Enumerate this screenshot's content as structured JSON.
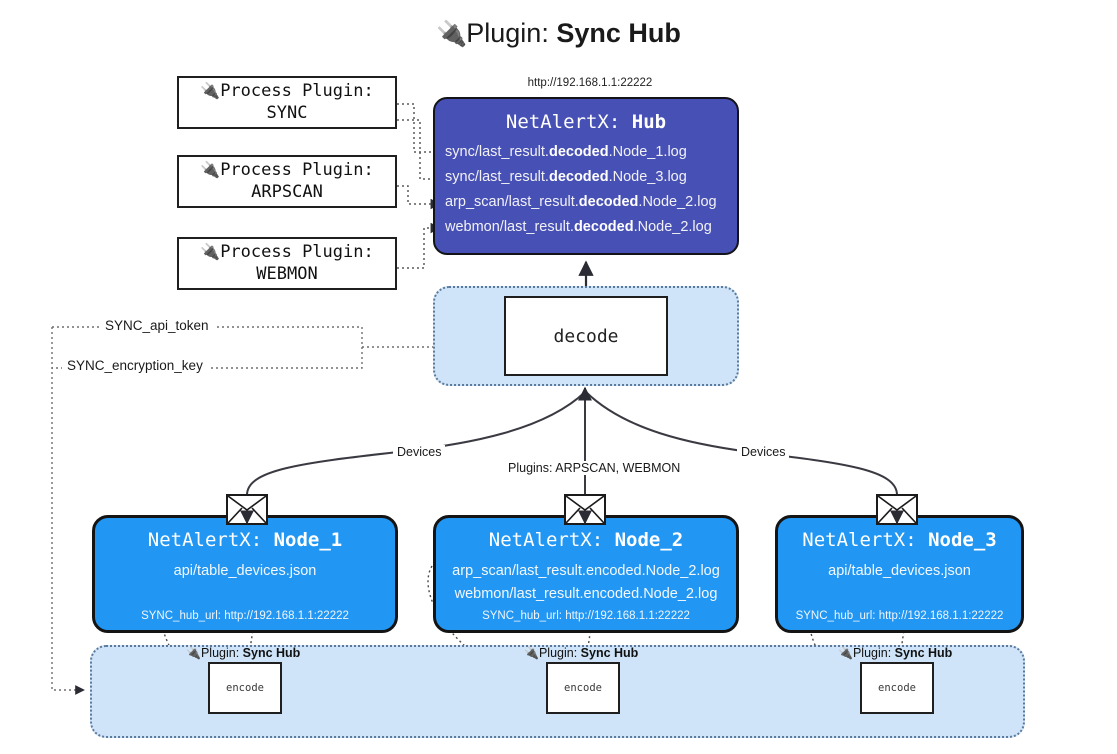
{
  "title": {
    "icon": "plug-icon",
    "prefix": "Plugin: ",
    "name": "Sync Hub"
  },
  "hub": {
    "url": "http://192.168.1.1:22222",
    "title_prefix": "NetAlertX: ",
    "title_name": "Hub",
    "logs": [
      {
        "pre": "sync/last_result.",
        "em": "decoded",
        "post": ".Node_1.log"
      },
      {
        "pre": "sync/last_result.",
        "em": "decoded",
        "post": ".Node_3.log"
      },
      {
        "pre": "arp_scan/last_result.",
        "em": "decoded",
        "post": ".Node_2.log"
      },
      {
        "pre": "webmon/last_result.",
        "em": "decoded",
        "post": ".Node_2.log"
      }
    ]
  },
  "process_plugins": [
    {
      "line1": "Process Plugin:",
      "line2": "SYNC"
    },
    {
      "line1": "Process Plugin:",
      "line2": "ARPSCAN"
    },
    {
      "line1": "Process Plugin:",
      "line2": "WEBMON"
    }
  ],
  "decode": {
    "label": "decode"
  },
  "secrets": [
    {
      "label": "SYNC_api_token"
    },
    {
      "label": "SYNC_encryption_key"
    }
  ],
  "edge_labels": {
    "devices_left": "Devices",
    "devices_right": "Devices",
    "plugins_center": "Plugins: ARPSCAN, WEBMON"
  },
  "nodes": [
    {
      "title_prefix": "NetAlertX: ",
      "title_name": "Node_1",
      "lines": [
        "api/table_devices.json"
      ],
      "footer": "SYNC_hub_url: http://192.168.1.1:22222"
    },
    {
      "title_prefix": "NetAlertX: ",
      "title_name": "Node_2",
      "lines": [
        "arp_scan/last_result.encoded.Node_2.log",
        "webmon/last_result.encoded.Node_2.log"
      ],
      "footer": "SYNC_hub_url: http://192.168.1.1:22222"
    },
    {
      "title_prefix": "NetAlertX: ",
      "title_name": "Node_3",
      "lines": [
        "api/table_devices.json"
      ],
      "footer": "SYNC_hub_url: http://192.168.1.1:22222"
    }
  ],
  "strip": {
    "plugin_label_prefix": "Plugin: ",
    "plugin_label_name": "Sync Hub",
    "encode_label": "encode"
  },
  "colors": {
    "hub_fill": "#4750b4",
    "node_fill": "#2196f3",
    "container_fill": "#cfe4f8",
    "container_border": "#5b7a9b",
    "stroke": "#1f1f1f",
    "page_bg": "#ffffff"
  }
}
